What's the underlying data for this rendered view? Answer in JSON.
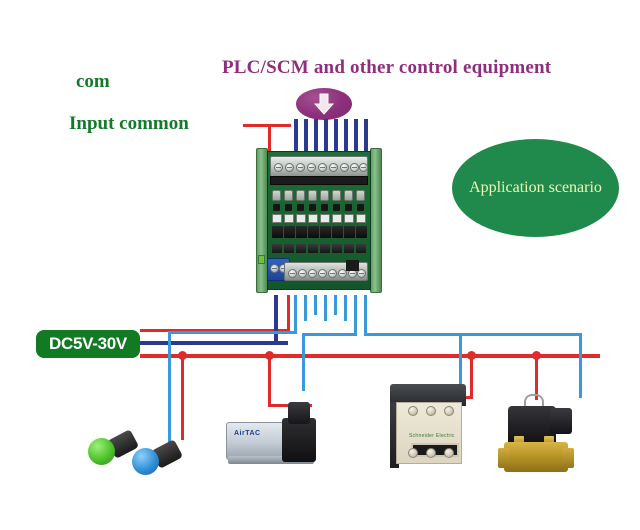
{
  "diagram": {
    "title": "PLC/SCM and other control equipment",
    "labels": {
      "com": "com",
      "input_common": "Input common",
      "power_supply": "DC5V-30V",
      "application_scenario": "Application scenario"
    },
    "colors": {
      "title_purple": "#8e2f7e",
      "label_green": "#127a2a",
      "ellipse_green": "#1f8a4c",
      "ellipse_text": "#f2f7b4",
      "badge_green": "#127a22",
      "wire_red": "#e02b2b",
      "wire_navy": "#2b3a8f",
      "wire_cyan": "#3a9ad9",
      "pcb_green": "#1f6e38"
    },
    "module": {
      "name": "8-channel optocoupler isolation board",
      "channels": 8,
      "top_terminal_positions": 9,
      "bottom_terminal_positions": 8,
      "power_terminal": "blue 2-pin screw terminal"
    },
    "input_wires": {
      "count": 8,
      "color_name": "navy",
      "source": "PLC/SCM control signals"
    },
    "output_wires": {
      "count": 8,
      "color_name": "cyan"
    },
    "devices": [
      {
        "name": "green-indicator-lamp",
        "label": ""
      },
      {
        "name": "blue-indicator-lamp",
        "label": ""
      },
      {
        "name": "pneumatic-solenoid-valve",
        "label": "AirTAC"
      },
      {
        "name": "ac-contactor",
        "label": "Schneider Electric"
      },
      {
        "name": "brass-solenoid-valve",
        "label": ""
      }
    ],
    "icons": {
      "down_arrow": "down-arrow-icon"
    }
  }
}
